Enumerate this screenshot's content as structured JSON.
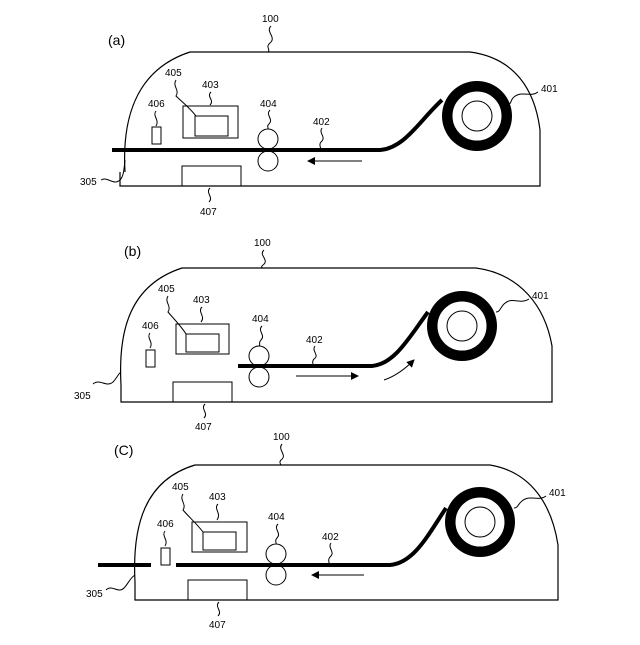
{
  "figure": {
    "panels": [
      {
        "id": "a",
        "label": "(a)",
        "refs": {
          "housing": "100",
          "roll": "401",
          "tape": "402",
          "rollers": "404",
          "unit": "403",
          "inner": "405",
          "sensor": "406",
          "lower_unit": "407",
          "outlet": "305"
        },
        "arrow_direction": "left"
      },
      {
        "id": "b",
        "label": "(b)",
        "refs": {
          "housing": "100",
          "roll": "401",
          "tape": "402",
          "rollers": "404",
          "unit": "403",
          "inner": "405",
          "sensor": "406",
          "lower_unit": "407",
          "outlet": "305"
        },
        "arrow_direction": "right"
      },
      {
        "id": "c",
        "label": "(C)",
        "refs": {
          "housing": "100",
          "roll": "401",
          "tape": "402",
          "rollers": "404",
          "unit": "403",
          "inner": "405",
          "sensor": "406",
          "lower_unit": "407",
          "outlet": "305"
        },
        "arrow_direction": "left"
      }
    ]
  }
}
